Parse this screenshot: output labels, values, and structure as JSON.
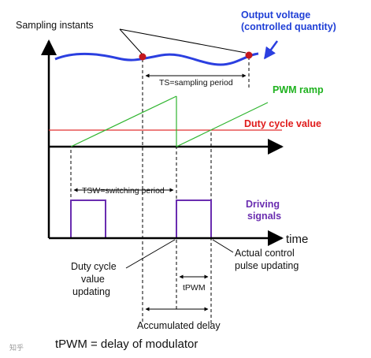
{
  "labels": {
    "sampling_instants": "Sampling instants",
    "output_voltage_line1": "Output voltage",
    "output_voltage_line2": "(controlled quantity)",
    "ts": "TS=sampling period",
    "pwm_ramp": "PWM ramp",
    "duty_cycle_value": "Duty cycle value",
    "tsw": "TSW=switching period",
    "driving_line1": "Driving",
    "driving_line2": "signals",
    "time": "time",
    "duty_update_line1": "Duty cycle",
    "duty_update_line2": "value",
    "duty_update_line3": "updating",
    "actual_line1": "Actual control",
    "actual_line2": "pulse updating",
    "tpwm_short": "tPWM",
    "accumulated_delay": "Accumulated delay",
    "tpwm_def": "tPWM = delay of modulator"
  },
  "watermark": "知乎",
  "colors": {
    "output_voltage": "#2b3fe0",
    "sample_dot": "#c4171d",
    "pwm_ramp": "#2fb52f",
    "duty_cycle": "#e23030",
    "driving": "#6a2db0",
    "axis": "#000000"
  }
}
